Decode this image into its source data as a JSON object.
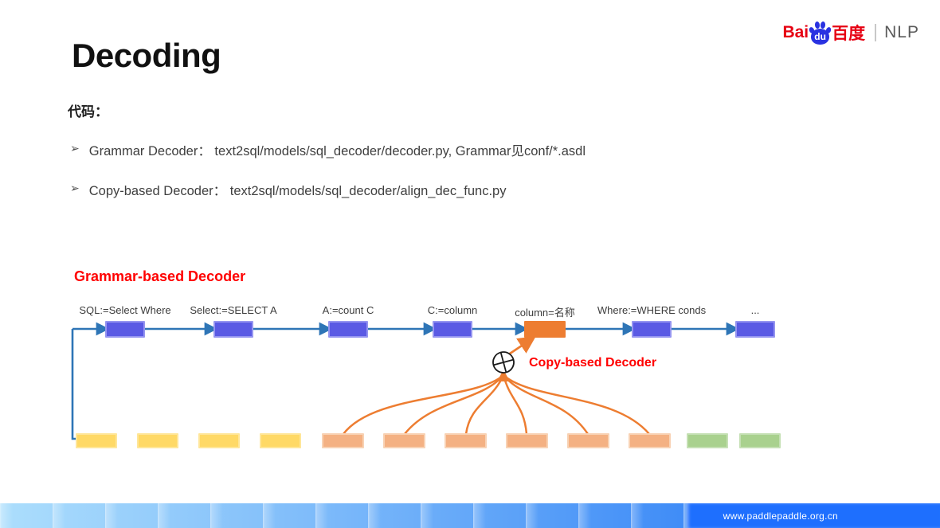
{
  "slide": {
    "title": "Decoding"
  },
  "logo": {
    "bai": "Bai",
    "du": "du",
    "cn": "百度",
    "divider": "|",
    "unit": "NLP"
  },
  "content": {
    "code_label": "代码：",
    "bullets": [
      {
        "marker": "➢",
        "text": "Grammar Decoder： text2sql/models/sql_decoder/decoder.py, Grammar见conf/*.asdl"
      },
      {
        "marker": "➢",
        "text": "Copy-based Decoder： text2sql/models/sql_decoder/align_dec_func.py"
      }
    ]
  },
  "diagram": {
    "grammar_decoder_title": "Grammar-based Decoder",
    "copy_decoder_title": "Copy-based Decoder",
    "plus_symbol": "⊕",
    "top_row": [
      {
        "label": "SQL:=Select Where",
        "type": "blue"
      },
      {
        "label": "Select:=SELECT A",
        "type": "blue"
      },
      {
        "label": "A:=count C",
        "type": "blue"
      },
      {
        "label": "C:=column",
        "type": "blue"
      },
      {
        "label": "column=名称",
        "type": "orange"
      },
      {
        "label": "Where:=WHERE conds",
        "type": "blue"
      },
      {
        "label": "...",
        "type": "blue"
      }
    ],
    "bottom_row": [
      "yellow",
      "yellow",
      "yellow",
      "yellow",
      "salmon",
      "salmon",
      "salmon",
      "salmon",
      "salmon",
      "salmon",
      "green",
      "green"
    ],
    "colors": {
      "grammar_box_blue": "#5A5AE4",
      "copy_box_orange": "#ED7D31",
      "arrow_blue": "#2E75B6",
      "curve_orange": "#ED7D31",
      "token_yellow": "#FFD966",
      "token_salmon": "#F4B183",
      "token_green": "#A9D18E",
      "heading_red": "#FF0000",
      "baidu_red": "#E60012",
      "baidu_blue": "#2932E1",
      "footer_blue": "#1E6FFE"
    }
  },
  "footer": {
    "url": "www.paddlepaddle.org.cn"
  }
}
